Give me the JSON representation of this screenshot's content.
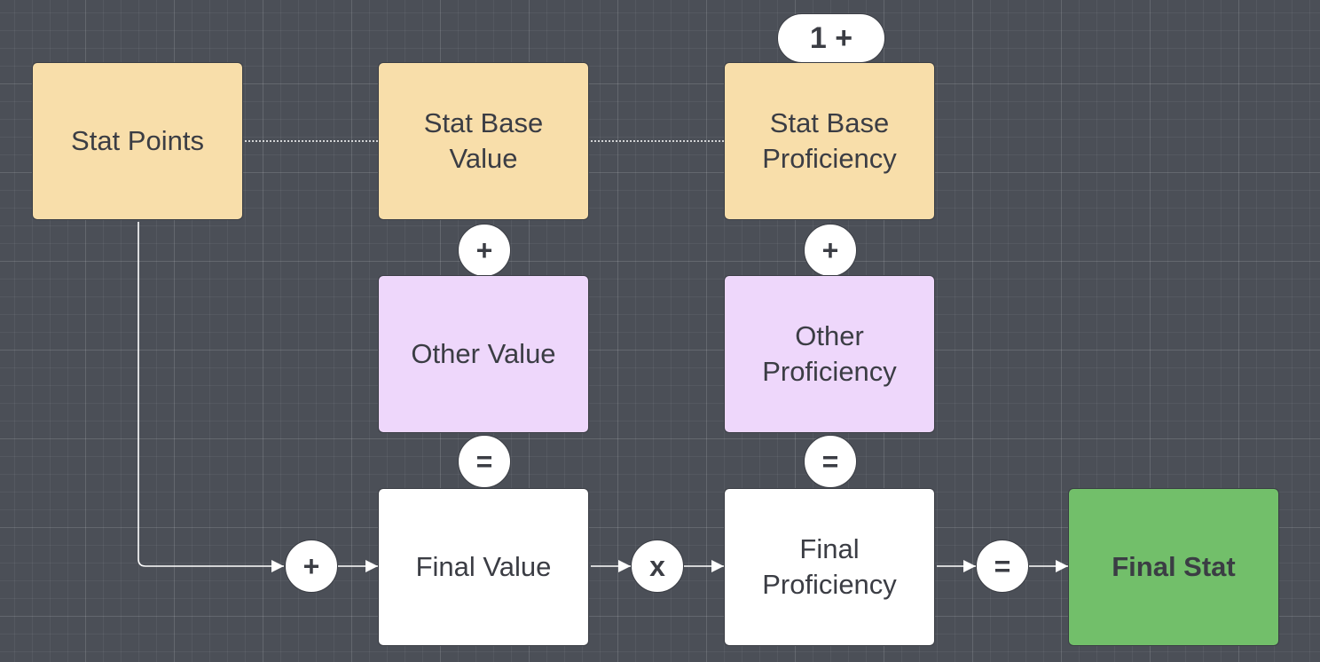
{
  "colors": {
    "background": "#4b4f57",
    "base": "#f8deaa",
    "other": "#eed7fb",
    "final": "#ffffff",
    "result": "#72bf6a",
    "connector": "#ffffff",
    "text": "#3b3d44"
  },
  "nodes": {
    "stat_points": {
      "label": "Stat Points"
    },
    "stat_base_value": {
      "label": "Stat Base Value"
    },
    "stat_base_proficiency": {
      "label": "Stat Base Proficiency"
    },
    "other_value": {
      "label": "Other Value"
    },
    "other_proficiency": {
      "label": "Other Proficiency"
    },
    "final_value": {
      "label": "Final Value"
    },
    "final_proficiency": {
      "label": "Final Proficiency"
    },
    "final_stat": {
      "label": "Final Stat"
    }
  },
  "operators": {
    "prefix_one_plus": "1 +",
    "plus_base_value": "+",
    "plus_base_proficiency": "+",
    "equals_value": "=",
    "equals_proficiency": "=",
    "plus_stat_points": "+",
    "times": "x",
    "equals_final": "="
  }
}
